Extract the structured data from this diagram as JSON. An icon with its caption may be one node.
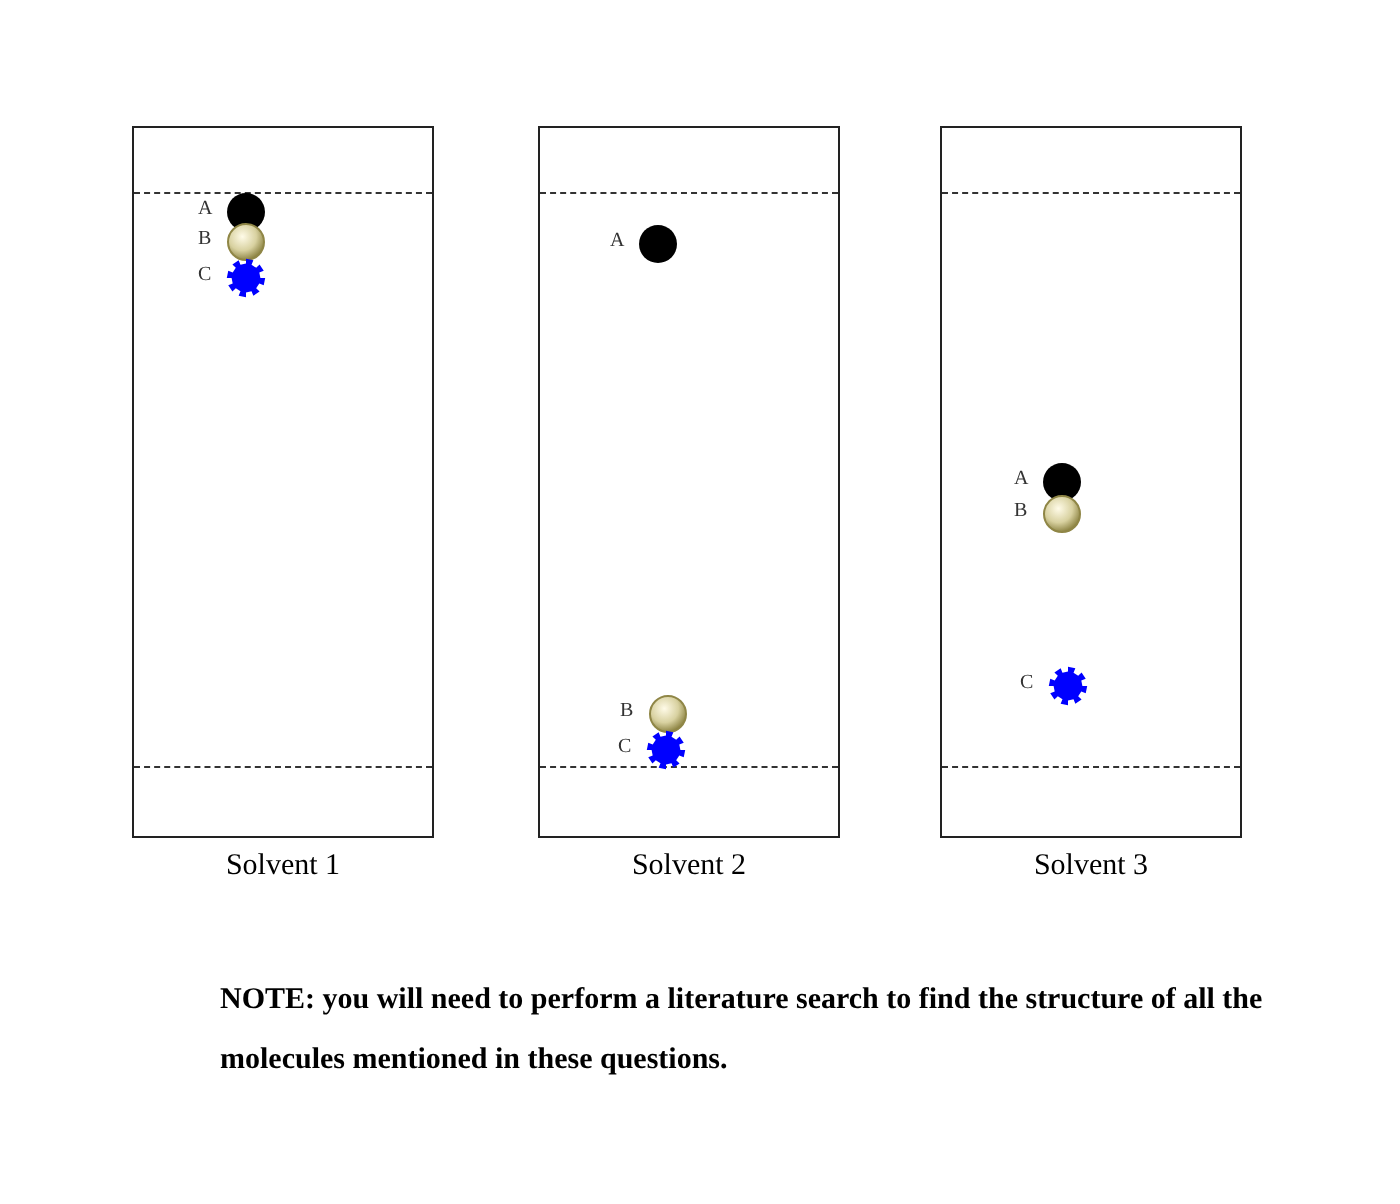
{
  "diagram": {
    "nodes": [
      {
        "text": [],
        "shape": "box",
        "beside": [
          "Solvent 1"
        ]
      },
      {
        "text": [],
        "shape": "circle",
        "in": 0,
        "beside": [
          "A"
        ]
      },
      {
        "text": [],
        "shape": "sphere",
        "in": 0,
        "beside": [
          "B"
        ]
      },
      {
        "text": [],
        "shape": "gear",
        "in": 0,
        "beside": [
          "C"
        ]
      },
      {
        "text": [],
        "shape": "box",
        "beside": [
          "Solvent 2"
        ]
      },
      {
        "text": [],
        "shape": "circle",
        "in": 4,
        "beside": [
          "A"
        ]
      },
      {
        "text": [],
        "shape": "sphere",
        "in": 4,
        "beside": [
          "B"
        ]
      },
      {
        "text": [],
        "shape": "gear",
        "in": 4,
        "beside": [
          "C"
        ]
      },
      {
        "text": [],
        "shape": "box",
        "beside": [
          "Solvent 3"
        ]
      },
      {
        "text": [],
        "shape": "circle",
        "in": 8,
        "beside": [
          "A"
        ]
      },
      {
        "text": [],
        "shape": "sphere",
        "in": 8,
        "beside": [
          "B"
        ]
      },
      {
        "text": [],
        "shape": "gear",
        "in": 8,
        "beside": [
          "C"
        ]
      }
    ],
    "edges": [],
    "labels": [
      "NOTE: you will need to perform a literature search to find the structure of all the molecules mentioned in these questions."
    ]
  }
}
